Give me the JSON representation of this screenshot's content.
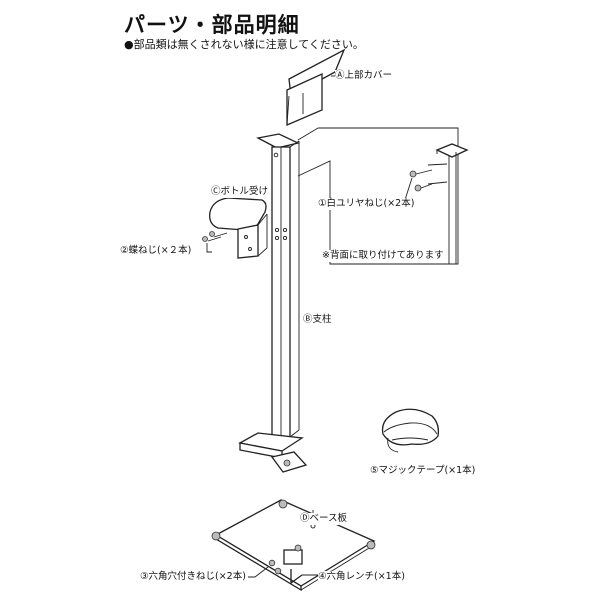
{
  "title": "パーツ・部品明細",
  "note": "●部品類は無くされない様に注意してください。",
  "parts": {
    "a": "Ⓐ上部カバー",
    "c": "Ⓒボトル受け",
    "b": "Ⓑ支柱",
    "d": "Ⓓベース板",
    "p1": "①白ユリヤねじ(×2本)",
    "p2": "②蝶ねじ(×２本)",
    "p3": "③六角穴付きねじ(×2本)",
    "p4": "④六角レンチ(×1本)",
    "p5": "⑤マジックテープ(×1本)"
  },
  "inset_note": "※背面に取り付けてあります"
}
